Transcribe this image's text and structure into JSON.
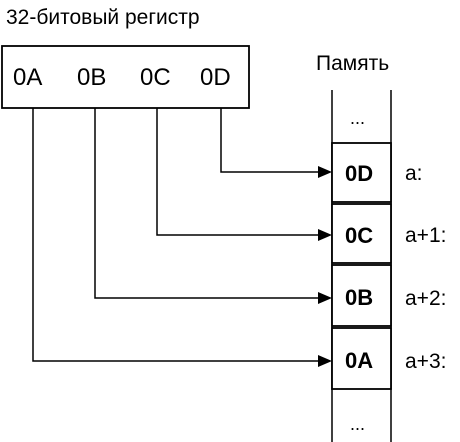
{
  "register": {
    "title": "32-битовый регистр",
    "bytes": [
      "0A",
      "0B",
      "0C",
      "0D"
    ]
  },
  "memory": {
    "title": "Память",
    "top_ellipsis": "...",
    "bottom_ellipsis": "...",
    "cells": [
      {
        "value": "0D",
        "address": "a:"
      },
      {
        "value": "0C",
        "address": "a+1:"
      },
      {
        "value": "0B",
        "address": "a+2:"
      },
      {
        "value": "0A",
        "address": "a+3:"
      }
    ]
  }
}
